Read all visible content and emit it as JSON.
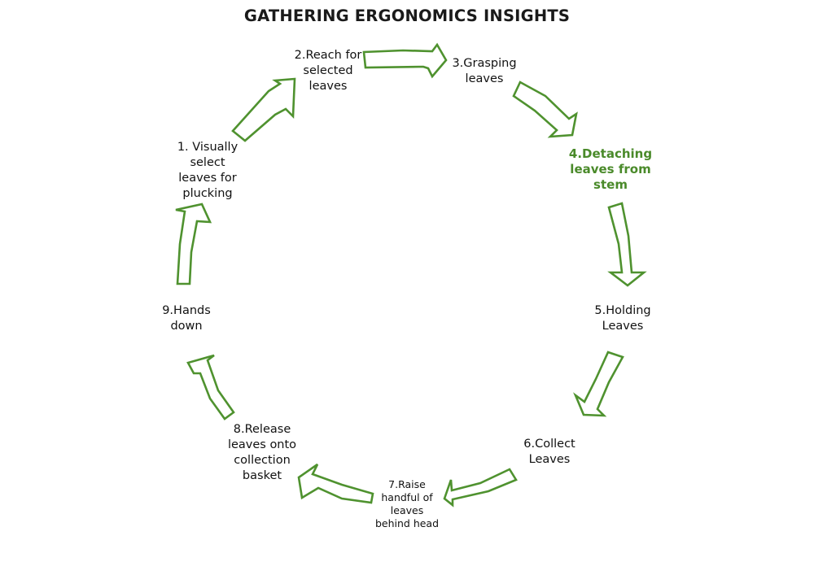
{
  "title": "GATHERING ERGONOMICS INSIGHTS",
  "accent_color": "#4f922f",
  "highlight_color": "#4a8a2a",
  "steps": [
    {
      "number": 1,
      "text": "1. Visually\nselect\nleaves for\nplucking",
      "highlighted": false
    },
    {
      "number": 2,
      "text": "2.Reach for\nselected\nleaves",
      "highlighted": false
    },
    {
      "number": 3,
      "text": "3.Grasping\nleaves",
      "highlighted": false
    },
    {
      "number": 4,
      "text": "4.Detaching\nleaves from\nstem",
      "highlighted": true
    },
    {
      "number": 5,
      "text": "5.Holding\nLeaves",
      "highlighted": false
    },
    {
      "number": 6,
      "text": "6.Collect\nLeaves",
      "highlighted": false
    },
    {
      "number": 7,
      "text": "7.Raise\nhandful of\nleaves\nbehind head",
      "highlighted": false
    },
    {
      "number": 8,
      "text": "8.Release\nleaves onto\ncollection\nbasket",
      "highlighted": false
    },
    {
      "number": 9,
      "text": "9.Hands\ndown",
      "highlighted": false
    }
  ],
  "arrows": [
    {
      "from": 1,
      "to": 2,
      "icon": "curved-arrow-icon"
    },
    {
      "from": 2,
      "to": 3,
      "icon": "curved-arrow-icon"
    },
    {
      "from": 3,
      "to": 4,
      "icon": "curved-arrow-icon"
    },
    {
      "from": 4,
      "to": 5,
      "icon": "curved-arrow-icon"
    },
    {
      "from": 5,
      "to": 6,
      "icon": "curved-arrow-icon"
    },
    {
      "from": 6,
      "to": 7,
      "icon": "curved-arrow-icon"
    },
    {
      "from": 7,
      "to": 8,
      "icon": "curved-arrow-icon"
    },
    {
      "from": 8,
      "to": 9,
      "icon": "curved-arrow-icon"
    },
    {
      "from": 9,
      "to": 1,
      "icon": "curved-arrow-icon"
    }
  ]
}
